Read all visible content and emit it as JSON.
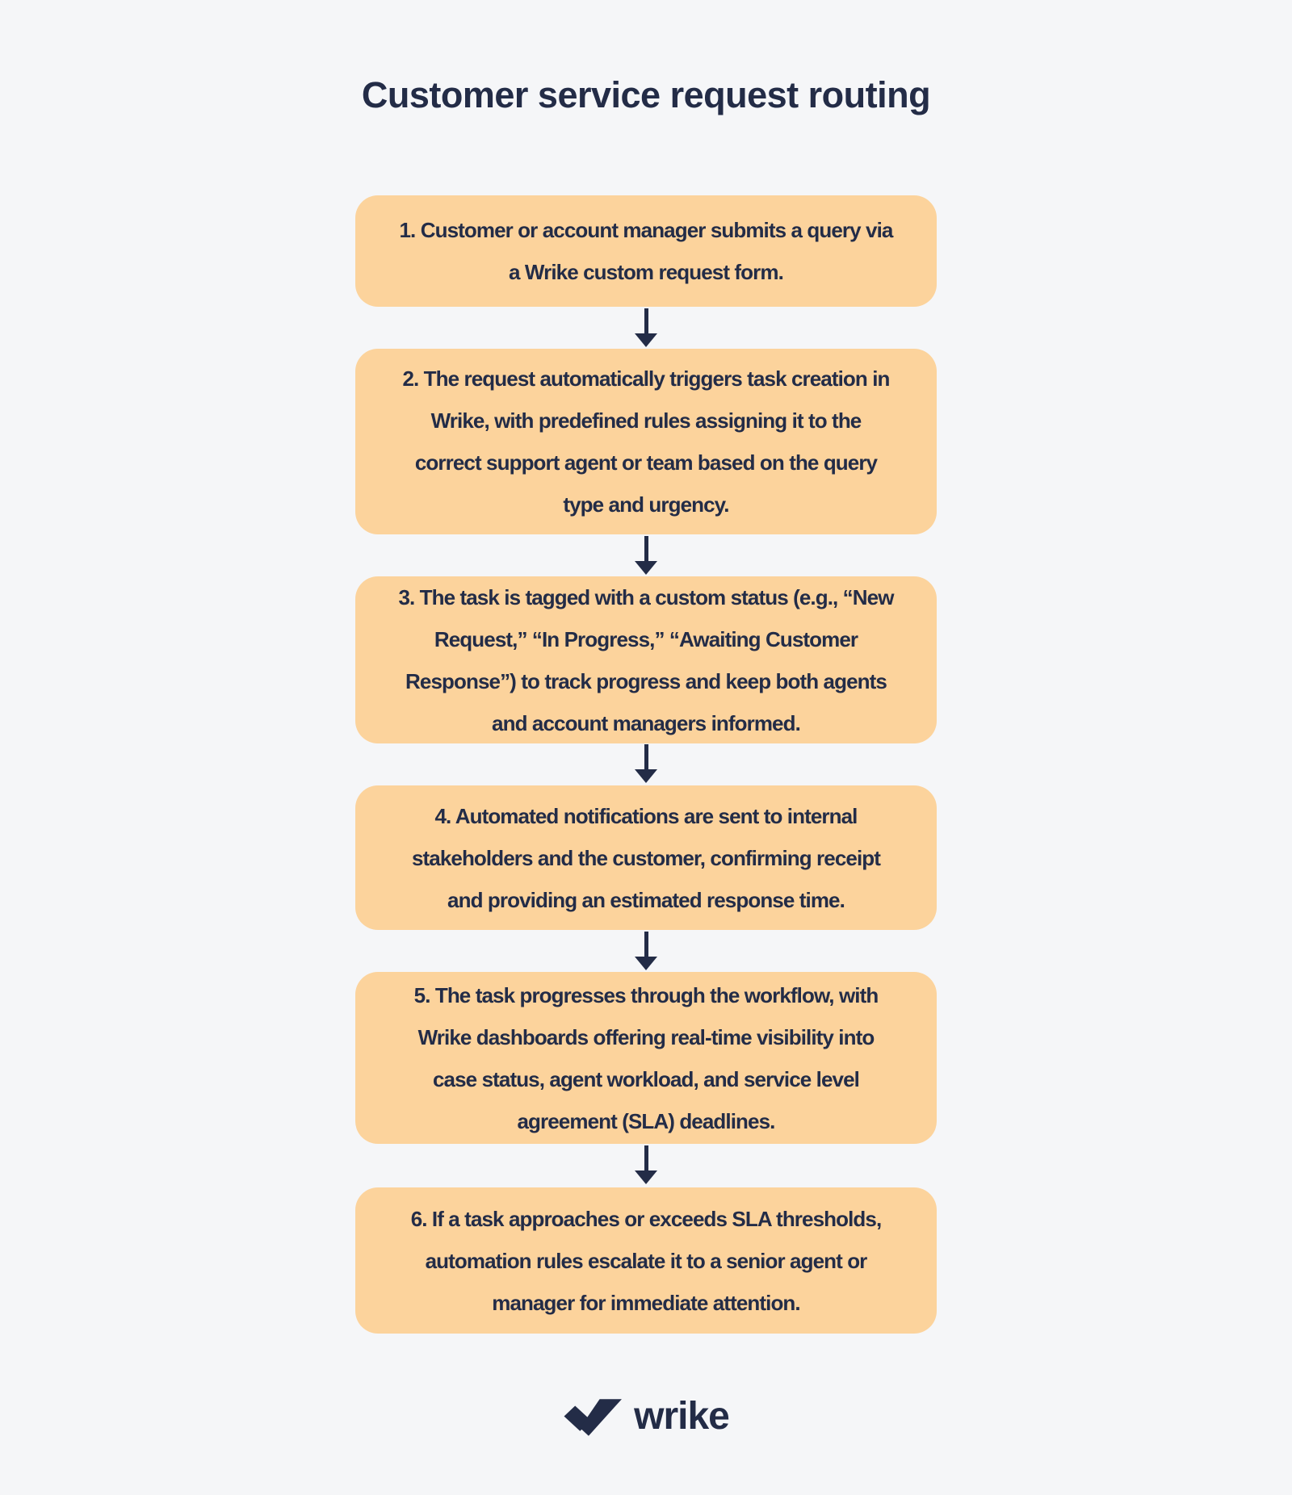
{
  "title": "Customer service request routing",
  "colors": {
    "background": "#F5F6F8",
    "box_fill": "#FCD39C",
    "text": "#232C47",
    "arrow": "#232C47"
  },
  "steps": [
    {
      "text": "1. Customer or account manager submits a query via\na Wrike custom request form."
    },
    {
      "text": "2. The request automatically triggers task creation in\nWrike, with predefined rules assigning it to the\ncorrect support agent or team based on the query\ntype and urgency."
    },
    {
      "text": "3. The task is tagged with a custom status (e.g., “New\nRequest,” “In Progress,” “Awaiting Customer\nResponse”) to track progress and keep both agents\nand account managers informed."
    },
    {
      "text": "4. Automated notifications are sent to internal\nstakeholders and the customer, confirming receipt\nand providing an estimated response time."
    },
    {
      "text": "5. The task progresses through the workflow, with\nWrike dashboards offering real-time visibility into\ncase status, agent workload, and service level\nagreement (SLA) deadlines."
    },
    {
      "text": "6. If a task approaches or exceeds SLA thresholds,\nautomation rules escalate it to a senior agent or\nmanager for immediate attention."
    }
  ],
  "footer": {
    "brand": "wrike",
    "logo_icon": "wrike-double-check-icon"
  }
}
